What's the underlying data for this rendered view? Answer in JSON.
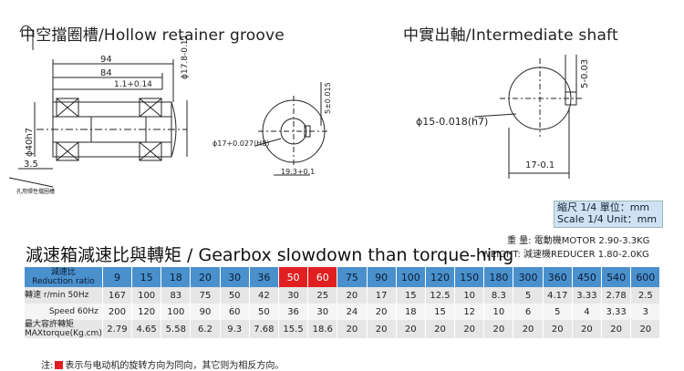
{
  "left_drawing": {
    "title": "中空擋圈槽/Hollow retainer groove",
    "dim_94": "94",
    "dim_84": "84",
    "dim_groove": "1.1+0.14",
    "dim_178": "ϕ17.8-0.11",
    "dim_40": "ϕ40h7",
    "dim_35": "3.5",
    "bore": "ϕ17+0.027(H8)",
    "key": "5±0.015",
    "key_depth": "19.3+0.1",
    "tag": "孔用彈性擋圈槽"
  },
  "right_drawing": {
    "title": "中實出軸/Intermediate shaft",
    "dia": "ϕ15-0.018(h7)",
    "key": "5-0.03",
    "depth": "17-0.1"
  },
  "scale": {
    "line1": "縮尺 1/4   單位：mm",
    "line2": "Scale 1/4   Unit：mm"
  },
  "weight": {
    "line1": "重  量:  電動機MOTOR    2.90-3.3KG",
    "line2": "WEIGHT:  減速機REDUCER 1.80-2.0KG"
  },
  "heading": "減速箱減速比與轉矩 / Gearbox slowdown than torque-hing",
  "table": {
    "ratio_label": [
      "減速比",
      "Reduction ratio"
    ],
    "ratios": [
      "9",
      "15",
      "18",
      "20",
      "30",
      "36",
      "50",
      "60",
      "75",
      "90",
      "100",
      "120",
      "150",
      "180",
      "300",
      "360",
      "450",
      "540",
      "600"
    ],
    "highlight": [
      "50",
      "60"
    ],
    "speed_label": [
      "轉速",
      "r/min 50Hz",
      "Speed 60Hz"
    ],
    "speed50": [
      "167",
      "100",
      "83",
      "75",
      "50",
      "42",
      "30",
      "25",
      "20",
      "17",
      "15",
      "12.5",
      "10",
      "8.3",
      "5",
      "4.17",
      "3.33",
      "2.78",
      "2.5"
    ],
    "speed60": [
      "200",
      "120",
      "100",
      "90",
      "60",
      "50",
      "36",
      "30",
      "24",
      "20",
      "18",
      "15",
      "12",
      "10",
      "6",
      "5",
      "4",
      "3.33",
      "3"
    ],
    "torque_label": [
      "最大容許轉矩",
      "MAXtorque(Kg.cm)"
    ],
    "torque": [
      "2.79",
      "4.65",
      "5.58",
      "6.2",
      "9.3",
      "7.68",
      "15.5",
      "18.6",
      "20",
      "20",
      "20",
      "20",
      "20",
      "20",
      "20",
      "20",
      "20",
      "20",
      "20"
    ]
  },
  "note": {
    "prefix": "注:",
    "text": "表示与电动机的旋转方向为同向，其它则为相反方向。"
  }
}
